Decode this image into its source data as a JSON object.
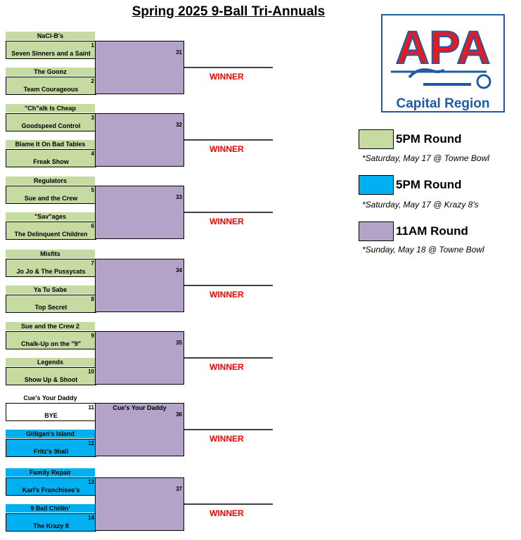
{
  "title": "Spring 2025 9-Ball Tri-Annuals",
  "winner_label": "WINNER",
  "logo": {
    "line1": "APA",
    "line2": "Capital Region"
  },
  "colors": {
    "green": "#c5dba1",
    "blue": "#00b0f0",
    "purple": "#b3a3c9",
    "winner": "#ff0000",
    "apa_red": "#e31b23",
    "apa_blue": "#1f5aa6"
  },
  "legend": [
    {
      "label": "5PM Round",
      "note": "*Saturday, May 17 @ Towne Bowl"
    },
    {
      "label": "5PM Round",
      "note": "*Saturday, May 17 @ Krazy 8's"
    },
    {
      "label": "11AM Round",
      "note": "*Sunday, May 18 @ Towne Bowl"
    }
  ],
  "matches": [
    {
      "m1": {
        "top": "NaCl-B's",
        "seed": "1",
        "bottom": "Seven Sinners and a Saint"
      },
      "m2": {
        "top": "The Goonz",
        "seed": "2",
        "bottom": "Team Courageous"
      },
      "num": "31",
      "advance": ""
    },
    {
      "m1": {
        "top": "\"Ch\"alk Is Cheap",
        "seed": "3",
        "bottom": "Goodspeed Control"
      },
      "m2": {
        "top": "Blame It On Bad Tables",
        "seed": "4",
        "bottom": "Freak Show"
      },
      "num": "32",
      "advance": ""
    },
    {
      "m1": {
        "top": "Regulators",
        "seed": "5",
        "bottom": "Sue and the Crew"
      },
      "m2": {
        "top": "\"Sav\"ages",
        "seed": "6",
        "bottom": "The Delinquent Children"
      },
      "num": "33",
      "advance": ""
    },
    {
      "m1": {
        "top": "Misfits",
        "seed": "7",
        "bottom": "Jo Jo & The Pussycats"
      },
      "m2": {
        "top": "Ya Tu Sabe",
        "seed": "8",
        "bottom": "Top Secret"
      },
      "num": "34",
      "advance": ""
    },
    {
      "m1": {
        "top": "Sue and the Crew 2",
        "seed": "9",
        "bottom": "Chalk-Up on the \"9\""
      },
      "m2": {
        "top": "Legends",
        "seed": "10",
        "bottom": "Show Up & Shoot"
      },
      "num": "35",
      "advance": ""
    },
    {
      "m1": {
        "top": "Cue's Your Daddy",
        "seed": "11",
        "bottom": "BYE"
      },
      "m2": {
        "top": "Gilligan's Island",
        "seed": "12",
        "bottom": "Fritz's 9ball"
      },
      "num": "36",
      "advance": "Cue's Your Daddy"
    },
    {
      "m1": {
        "top": "Family Repair",
        "seed": "13",
        "bottom": "Karl's Franchisee's"
      },
      "m2": {
        "top": "9 Ball Chillin'",
        "seed": "14",
        "bottom": "The Krazy 8"
      },
      "num": "37",
      "advance": ""
    }
  ]
}
